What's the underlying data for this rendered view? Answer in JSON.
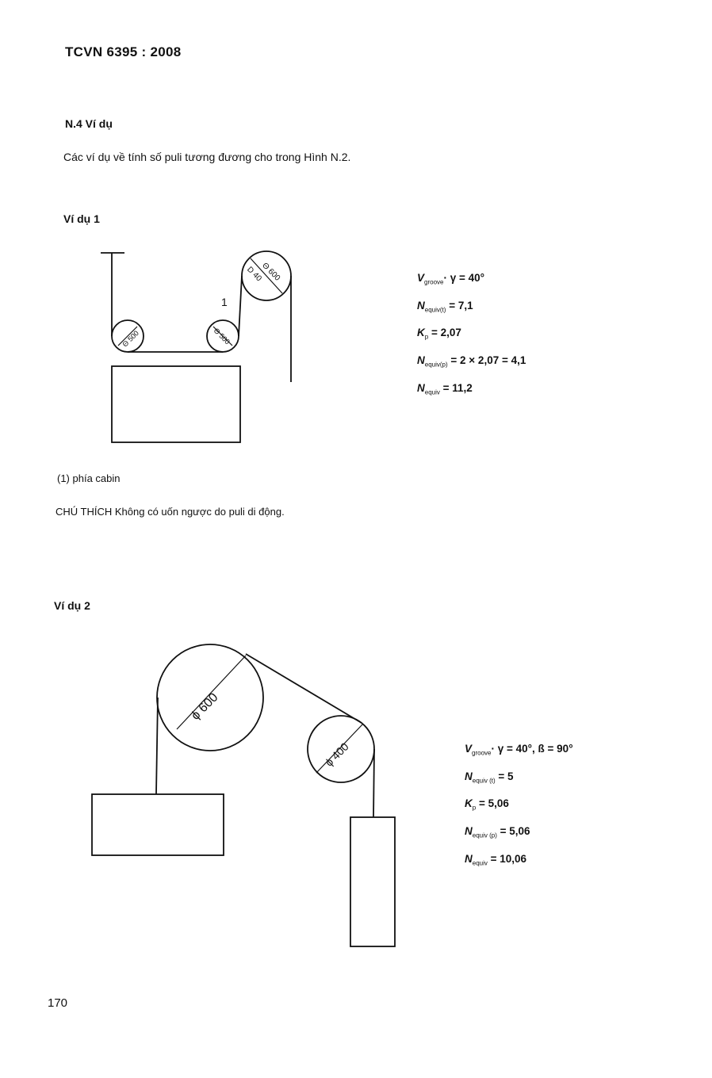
{
  "header": {
    "standard": "TCVN 6395 : 2008"
  },
  "section": {
    "title": "N.4   Ví dụ",
    "intro": "Các ví dụ về tính số puli tương đương cho trong Hình N.2."
  },
  "example1": {
    "title": "Ví dụ 1",
    "pulley_labels": [
      "Θ 500",
      "Θ 500",
      "Θ 600",
      "D 40"
    ],
    "callout": "1",
    "formulas": [
      {
        "sym": "V",
        "sub": "groove",
        "rest": "· γ = 40°"
      },
      {
        "sym": "N",
        "sub": "equiv(t)",
        "rest": " = 7,1"
      },
      {
        "sym": "K",
        "sub": "p",
        "rest": " = 2,07"
      },
      {
        "sym": "N",
        "sub": "equiv(p)",
        "rest": " = 2 × 2,07 = 4,1"
      },
      {
        "sym": "N",
        "sub": "equiv",
        "rest": " = 11,2"
      }
    ],
    "key": "(1) phía cabin",
    "note": "CHÚ THÍCH  Không có uốn ngược do puli di động."
  },
  "example2": {
    "title": "Ví dụ 2",
    "pulley_labels": [
      "ϕ 600",
      "ϕ 400"
    ],
    "formulas": [
      {
        "sym": "V",
        "sub": "groove",
        "rest": "· γ = 40°, ß = 90°"
      },
      {
        "sym": "N",
        "sub": "equiv (t)",
        "rest": " = 5"
      },
      {
        "sym": "K",
        "sub": "p",
        "rest": " = 5,06"
      },
      {
        "sym": "N",
        "sub": "equiv (p)",
        "rest": " = 5,06"
      },
      {
        "sym": "N",
        "sub": "equiv",
        "rest": " = 10,06"
      }
    ]
  },
  "page_number": "170"
}
